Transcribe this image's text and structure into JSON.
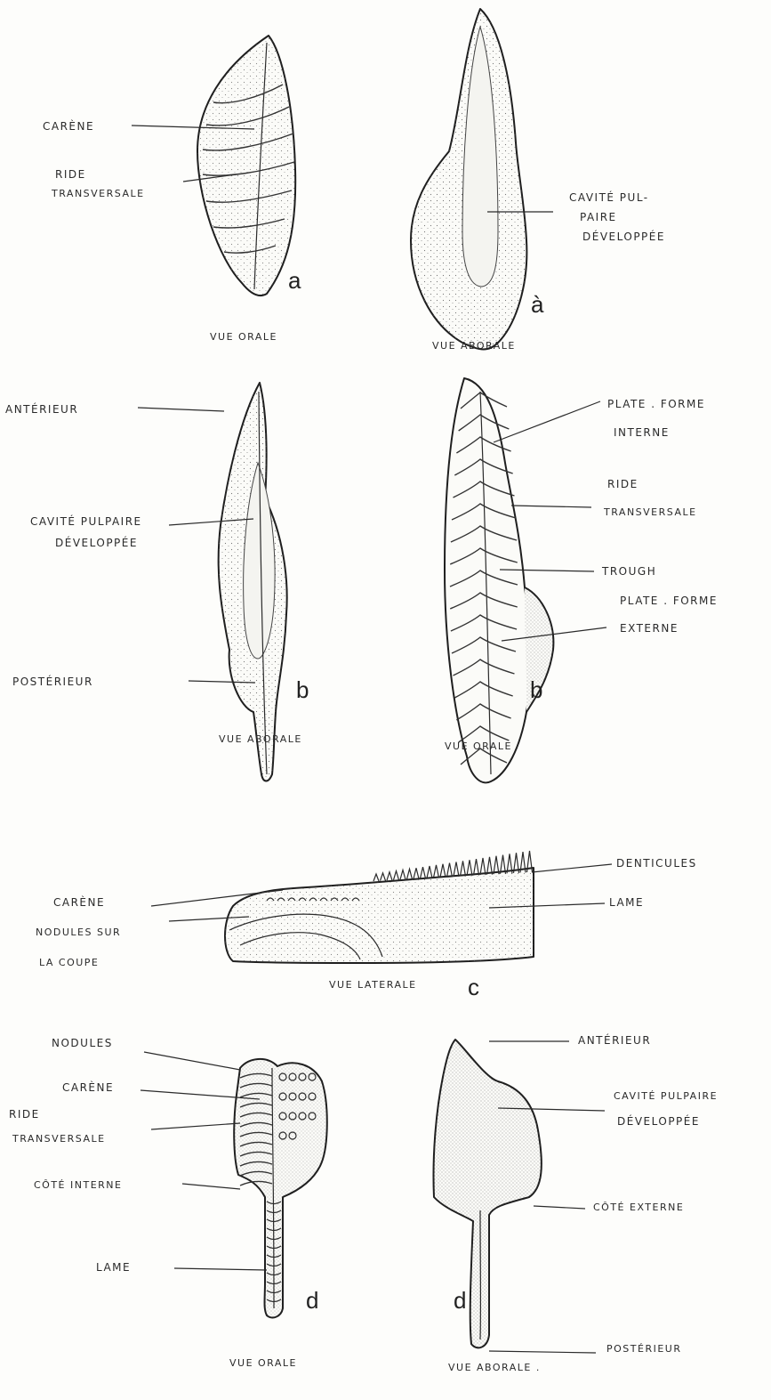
{
  "figure": {
    "a_left": {
      "letter": "a",
      "view": "VUE ORALE",
      "labels": {
        "carene": "CARÈNE",
        "ride_1": "RIDE",
        "ride_2": "TRANSVERSALE"
      }
    },
    "a_right": {
      "letter": "à",
      "view": "VUE ABORALE",
      "labels": {
        "cavite_1": "CAVITÉ PUL-",
        "cavite_2": "PAIRE",
        "cavite_3": "DÉVELOPPÉE"
      }
    },
    "b_left": {
      "letter": "b",
      "view": "VUE ABORALE",
      "labels": {
        "anterieur": "ANTÉRIEUR",
        "cavite_1": "CAVITÉ PULPAIRE",
        "cavite_2": "DÉVELOPPÉE",
        "posterieur": "POSTÉRIEUR"
      }
    },
    "b_right": {
      "letter": "b",
      "view": "VUE ORALE",
      "labels": {
        "pf_int_1": "PLATE . FORME",
        "pf_int_2": "INTERNE",
        "ride_1": "RIDE",
        "ride_2": "TRANSVERSALE",
        "trough": "TROUGH",
        "pf_ext_1": "PLATE . FORME",
        "pf_ext_2": "EXTERNE"
      }
    },
    "c": {
      "letter": "c",
      "view": "VUE LATERALE",
      "labels": {
        "carene": "CARÈNE",
        "nodules_1": "NODULES SUR",
        "nodules_2": "LA COUPE",
        "denticules": "DENTICULES",
        "lame": "LAME"
      }
    },
    "d_left": {
      "letter": "d",
      "view": "VUE ORALE",
      "labels": {
        "nodules": "NODULES",
        "carene": "CARÈNE",
        "ride_1": "RIDE",
        "ride_2": "TRANSVERSALE",
        "cote_interne": "CÔTÉ INTERNE",
        "lame": "LAME"
      }
    },
    "d_right": {
      "letter": "d",
      "view": "VUE ABORALE .",
      "labels": {
        "anterieur": "ANTÉRIEUR",
        "cavite_1": "CAVITÉ PULPAIRE",
        "cavite_2": "DÉVELOPPÉE",
        "cote_externe": "CÔTÉ EXTERNE",
        "posterieur": "POSTÉRIEUR"
      }
    }
  }
}
